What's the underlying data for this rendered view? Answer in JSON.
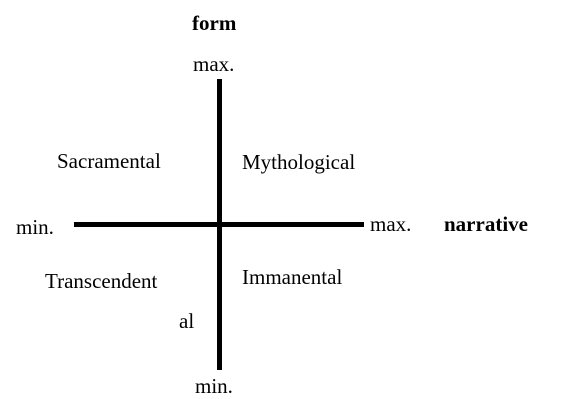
{
  "axes": {
    "vertical": {
      "title": "form",
      "max_label": "max.",
      "min_label": "min."
    },
    "horizontal": {
      "title": "narrative",
      "max_label": "max.",
      "min_label": "min."
    }
  },
  "quadrants": {
    "top_left": "Sacramental",
    "top_right": "Mythological",
    "bottom_left_line1": "Transcendent",
    "bottom_left_line2": "al",
    "bottom_right": "Immanental"
  },
  "colors": {
    "ink": "#000000",
    "background": "#ffffff"
  }
}
